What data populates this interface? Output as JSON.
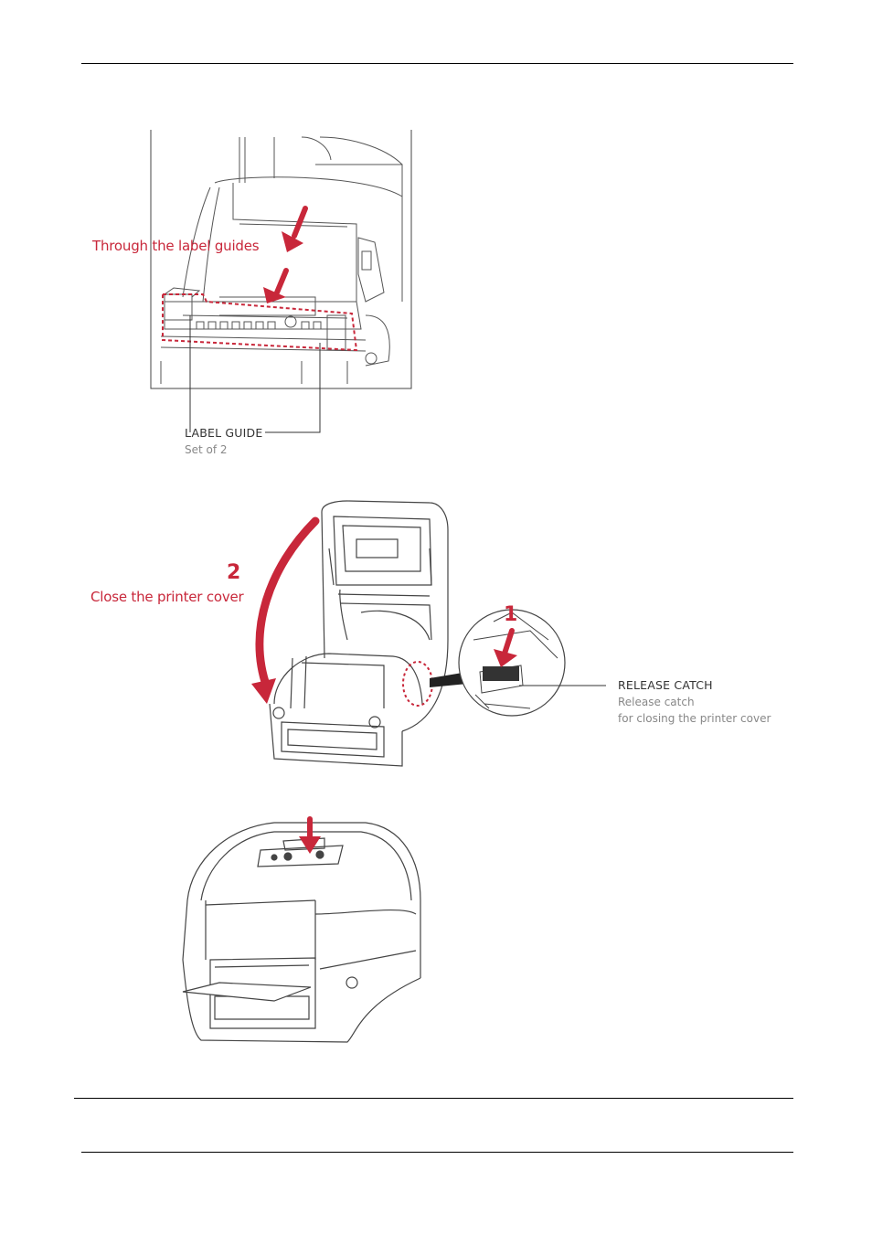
{
  "figure1": {
    "caption": "Through the label guides",
    "callout_title": "LABEL GUIDE",
    "callout_sub": "Set of 2"
  },
  "figure2": {
    "step_close": "2",
    "caption": "Close the printer cover",
    "step_release": "1",
    "callout_title": "RELEASE CATCH",
    "callout_sub1": "Release catch",
    "callout_sub2": "for closing the printer cover"
  },
  "colors": {
    "accent": "#c8273a",
    "line": "#333333",
    "muted": "#888888"
  }
}
